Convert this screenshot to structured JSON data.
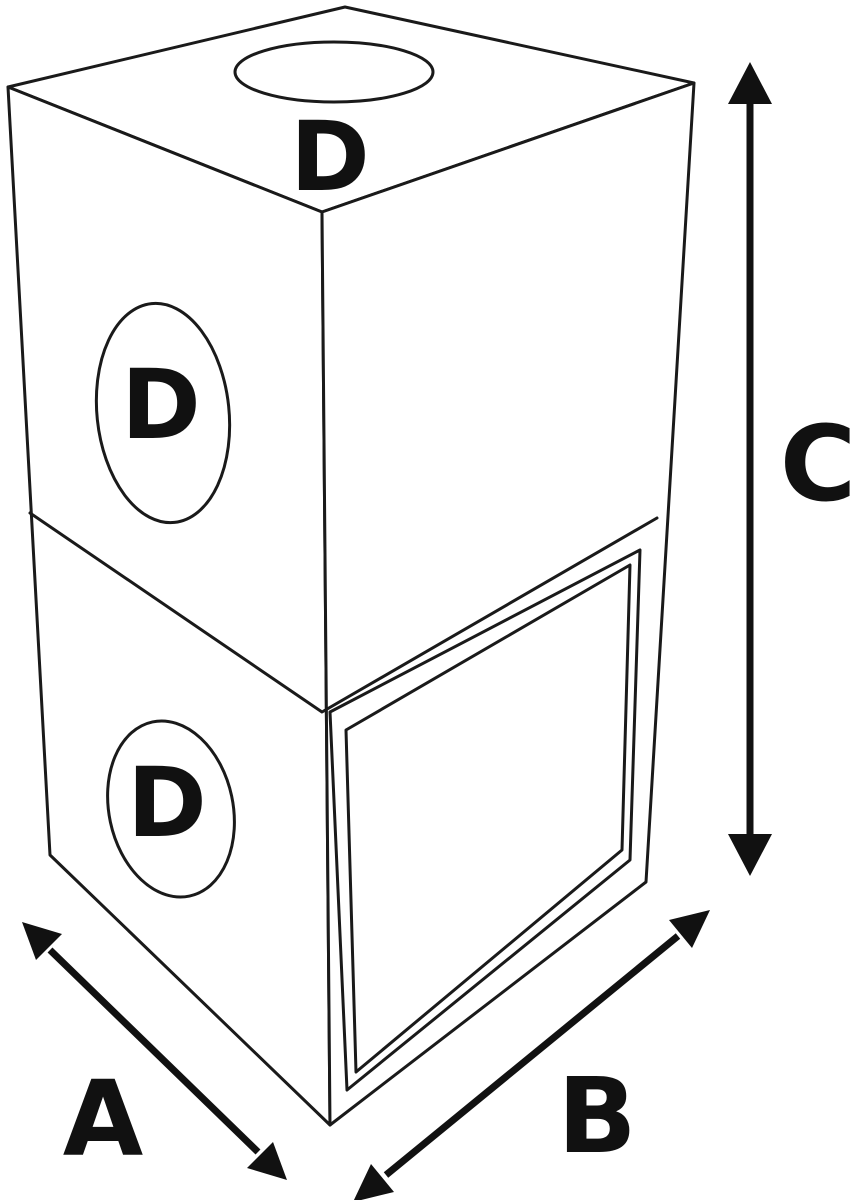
{
  "labels": {
    "hole_top": "D",
    "hole_upper_left": "D",
    "hole_lower_left": "D",
    "dimension_width": "A",
    "dimension_depth": "B",
    "dimension_height": "C"
  },
  "colors": {
    "line": "#111111",
    "background": "#ffffff"
  }
}
